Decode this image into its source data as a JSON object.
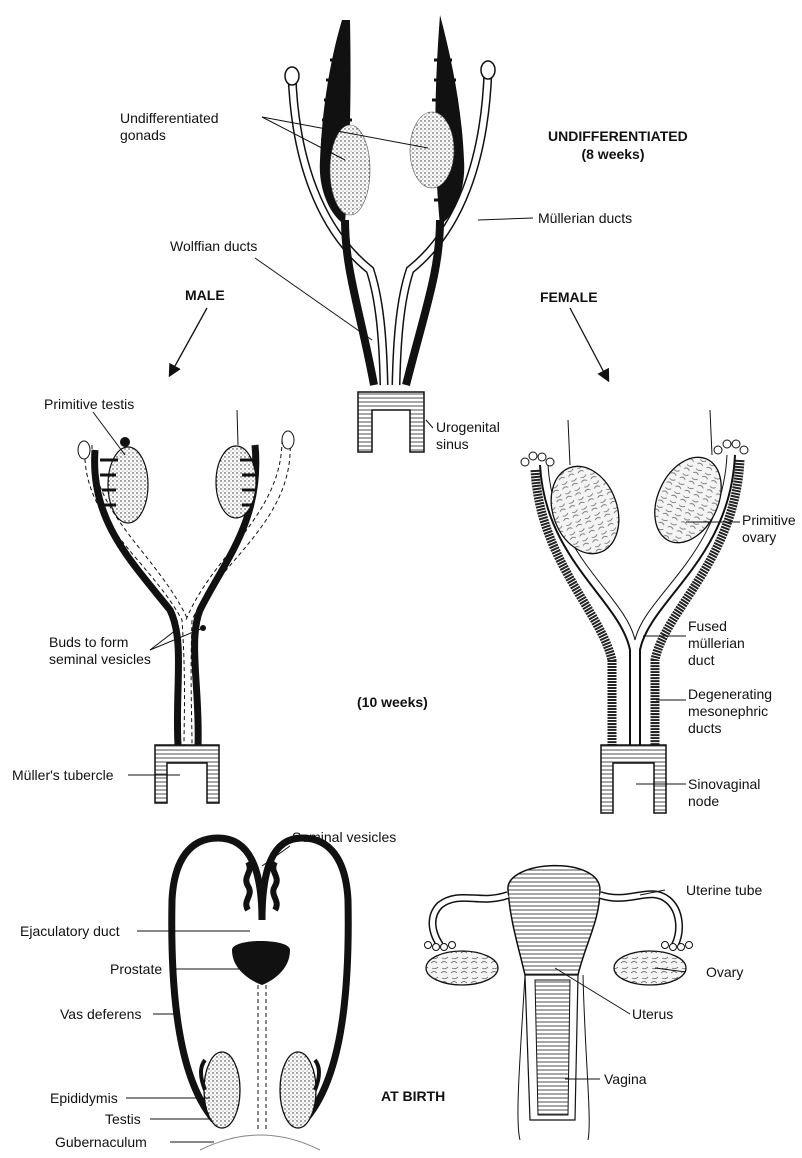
{
  "stages": {
    "undifferentiated": {
      "title": "UNDIFFERENTIATED",
      "subtitle": "(8 weeks)",
      "labels": {
        "gonads": "Undifferentiated\ngonads",
        "mullerian": "Müllerian ducts",
        "wolffian": "Wolffian ducts",
        "sinus": "Urogenital\nsinus"
      }
    },
    "ten_weeks": {
      "title": "(10 weeks)"
    },
    "male": {
      "title": "MALE",
      "labels": {
        "testis": "Primitive testis",
        "buds": "Buds to form\nseminal vesicles",
        "tubercle": "Müller's tubercle"
      }
    },
    "female": {
      "title": "FEMALE",
      "labels": {
        "ovary": "Primitive\novary",
        "fused": "Fused\nmüllerian\nduct",
        "degenerating": "Degenerating\nmesonephric\nducts",
        "node": "Sinovaginal\nnode"
      }
    },
    "birth": {
      "title": "AT BIRTH",
      "male_labels": {
        "seminal": "Seminal vesicles",
        "ejaculatory": "Ejaculatory duct",
        "prostate": "Prostate",
        "vas": "Vas deferens",
        "epididymis": "Epididymis",
        "testis": "Testis",
        "gubernaculum": "Gubernaculum"
      },
      "female_labels": {
        "tube": "Uterine tube",
        "ovary": "Ovary",
        "uterus": "Uterus",
        "vagina": "Vagina"
      }
    }
  }
}
